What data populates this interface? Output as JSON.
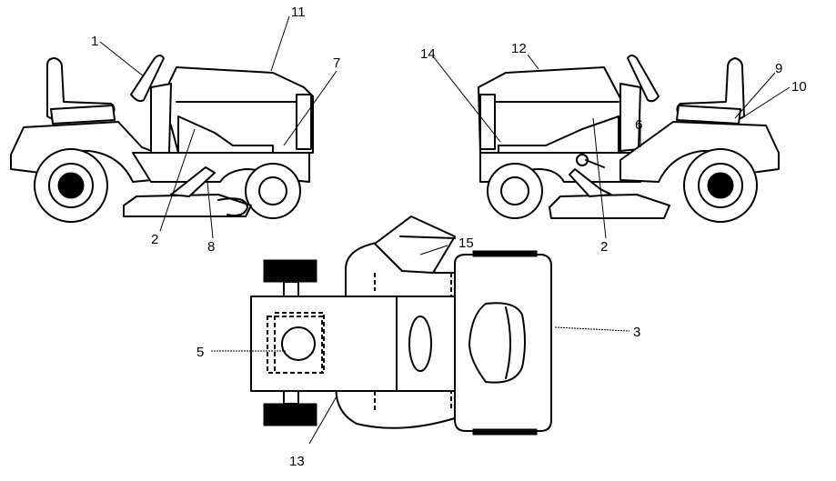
{
  "diagram": {
    "callouts": [
      {
        "id": "c1",
        "text": "1"
      },
      {
        "id": "c2a",
        "text": "2"
      },
      {
        "id": "c2b",
        "text": "2"
      },
      {
        "id": "c3",
        "text": "3"
      },
      {
        "id": "c5",
        "text": "5"
      },
      {
        "id": "c6",
        "text": "6"
      },
      {
        "id": "c7",
        "text": "7"
      },
      {
        "id": "c8",
        "text": "8"
      },
      {
        "id": "c9",
        "text": "9"
      },
      {
        "id": "c10",
        "text": "10"
      },
      {
        "id": "c11",
        "text": "11"
      },
      {
        "id": "c12",
        "text": "12"
      },
      {
        "id": "c13",
        "text": "13"
      },
      {
        "id": "c14",
        "text": "14"
      },
      {
        "id": "c15",
        "text": "15"
      }
    ]
  }
}
